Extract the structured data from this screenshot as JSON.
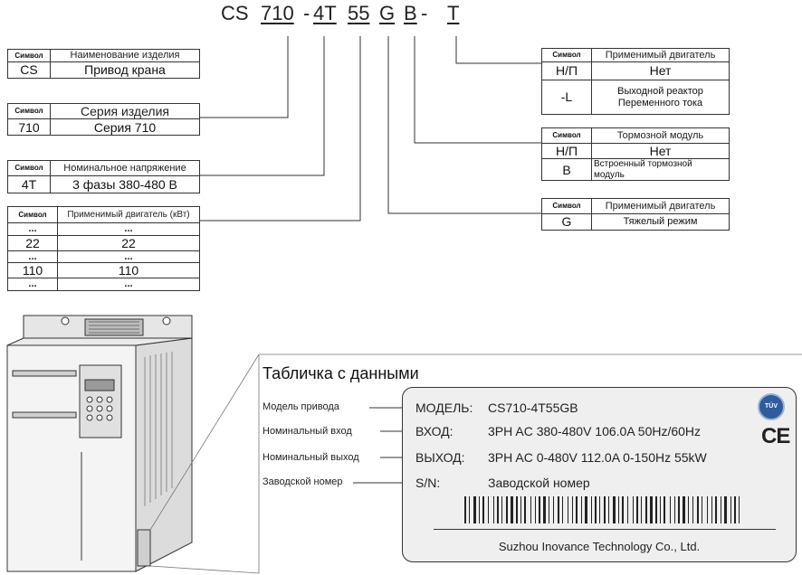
{
  "model_code": {
    "prefix": "CS",
    "series": "710",
    "dash1": "-",
    "voltage": "4T",
    "power": "55",
    "duty": "G",
    "brake": "B",
    "dash2": "-",
    "option": "T"
  },
  "tables": {
    "product": {
      "symbol_header": "Символ",
      "name_header": "Наименование изделия",
      "rows": [
        {
          "code": "CS",
          "desc": "Привод крана"
        }
      ]
    },
    "series": {
      "symbol_header": "Символ",
      "name_header": "Серия изделия",
      "rows": [
        {
          "code": "710",
          "desc": "Серия 710"
        }
      ]
    },
    "voltage": {
      "symbol_header": "Символ",
      "name_header": "Номинальное напряжение",
      "rows": [
        {
          "code": "4T",
          "desc": "3 фазы 380-480 В"
        }
      ]
    },
    "motor_kw": {
      "symbol_header": "Символ",
      "name_header": "Применимый двигатель (кВт)",
      "rows": [
        {
          "code": "...",
          "desc": "..."
        },
        {
          "code": "22",
          "desc": "22"
        },
        {
          "code": "...",
          "desc": "..."
        },
        {
          "code": "110",
          "desc": "110"
        },
        {
          "code": "...",
          "desc": "..."
        }
      ]
    },
    "option_t": {
      "symbol_header": "Символ",
      "name_header": "Применимый двигатель",
      "rows": [
        {
          "code": "Н/П",
          "desc": "Нет"
        },
        {
          "code": "-L",
          "desc_line1": "Выходной реактор",
          "desc_line2": "Переменного тока"
        }
      ]
    },
    "brake": {
      "symbol_header": "Символ",
      "name_header": "Тормозной модуль",
      "rows": [
        {
          "code": "Н/П",
          "desc": "Нет"
        },
        {
          "code": "B",
          "desc_line1": "Встроенный тормозной",
          "desc_line2": "модуль"
        }
      ]
    },
    "duty": {
      "symbol_header": "Символ",
      "name_header": "Применимый двигатель",
      "rows": [
        {
          "code": "G",
          "desc": "Тяжелый режим"
        }
      ]
    }
  },
  "nameplate": {
    "title": "Табличка с данными",
    "labels": {
      "model": "Модель привода",
      "input": "Номинальный вход",
      "output": "Номинальный выход",
      "serial": "Заводской номер"
    },
    "fields": {
      "model_key": "МОДЕЛЬ:",
      "model_val": "CS710-4T55GB",
      "input_key": "ВХОД:",
      "input_val": "3PH AC 380-480V 106.0A 50Hz/60Hz",
      "output_key": "ВЫХОД:",
      "output_val": "3PH AC 0-480V 112.0A 0-150Hz 55kW",
      "serial_key": "S/N:",
      "serial_val": "Заводской номер"
    },
    "company": "Suzhou Inovance Technology Co., Ltd.",
    "tuv_text": "TÜV",
    "ce_text": "CE"
  },
  "colors": {
    "line": "#333333",
    "plate_bg": "#efefef",
    "device_body": "#f4f4f4",
    "tuv_blue": "#2f5c9c"
  }
}
